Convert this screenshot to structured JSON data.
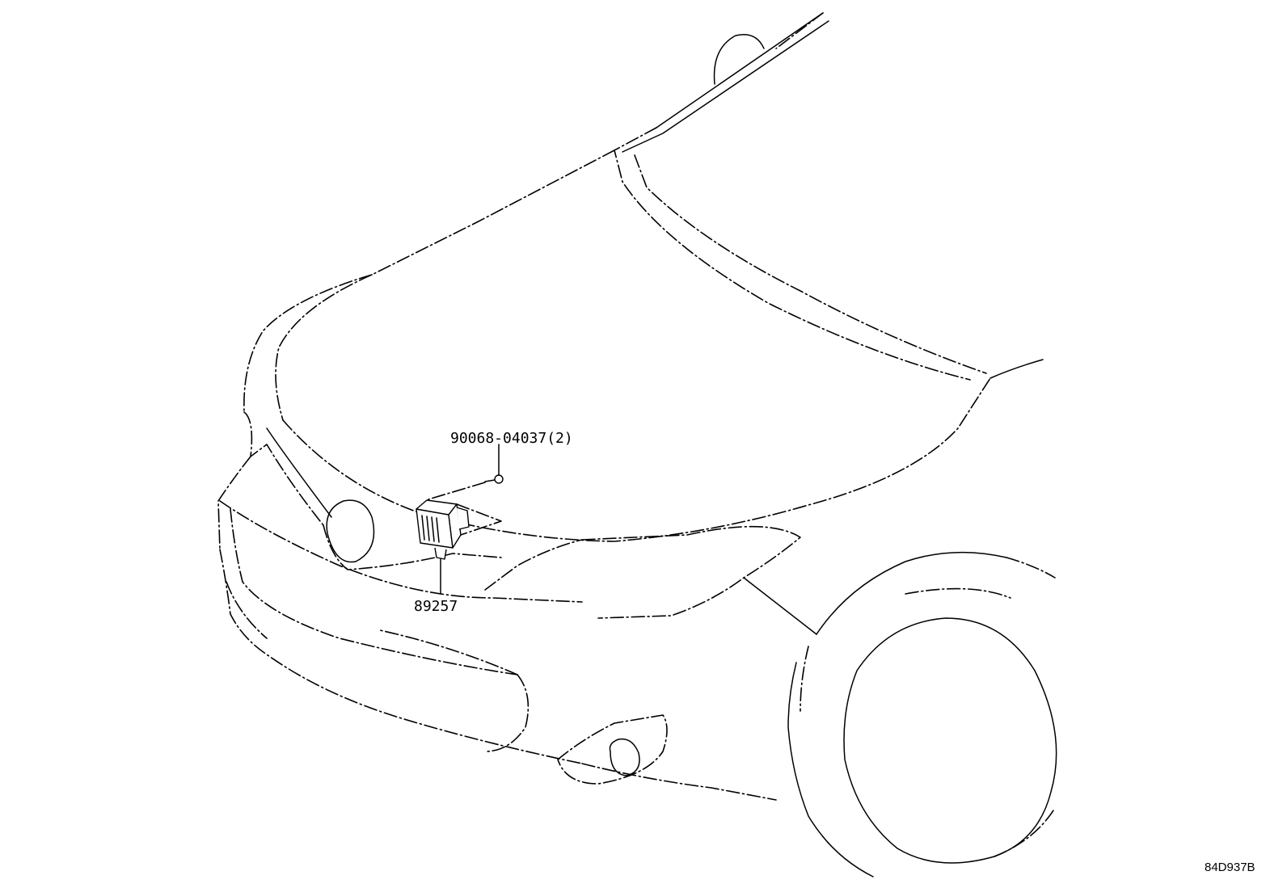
{
  "callouts": {
    "bolt": "90068-04037(2)",
    "module": "89257"
  },
  "figure_ref": "84D937B",
  "colors": {
    "line": "#000000",
    "background": "#ffffff"
  }
}
